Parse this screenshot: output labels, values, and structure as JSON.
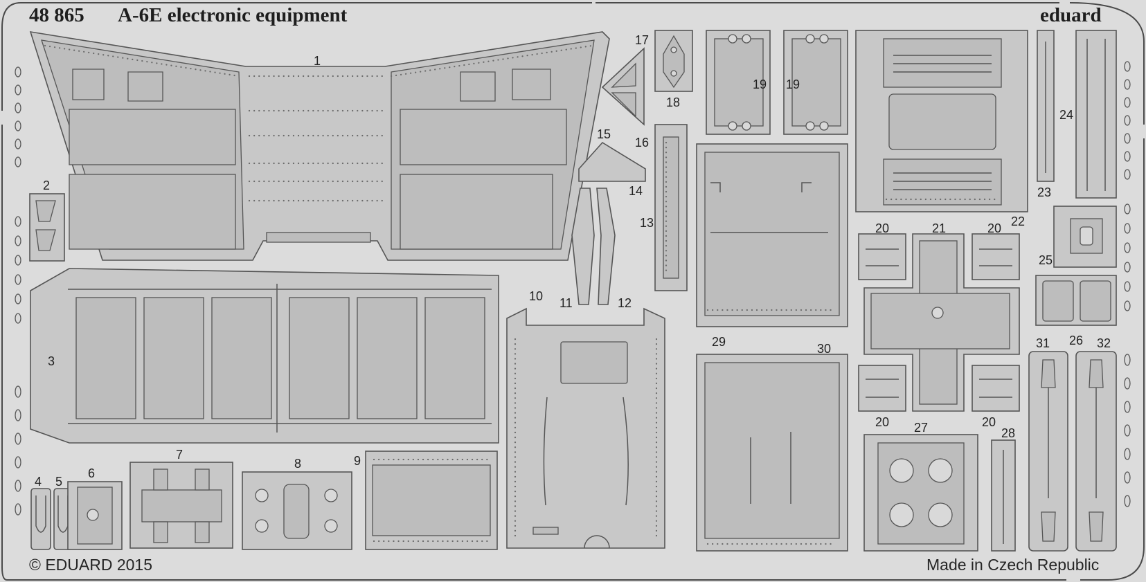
{
  "header": {
    "product_code": "48 865",
    "title": "A-6E electronic equipment",
    "brand": "eduard"
  },
  "footer": {
    "copyright": "© EDUARD 2015",
    "origin": "Made in Czech Republic"
  },
  "part_numbers": {
    "p1": "1",
    "p2": "2",
    "p3": "3",
    "p4": "4",
    "p5": "5",
    "p6": "6",
    "p7": "7",
    "p8": "8",
    "p9": "9",
    "p10": "10",
    "p11": "11",
    "p12": "12",
    "p13": "13",
    "p14": "14",
    "p15": "15",
    "p16": "16",
    "p17": "17",
    "p18": "18",
    "p19": "19",
    "p20": "20",
    "p21": "21",
    "p22": "22",
    "p23": "23",
    "p24": "24",
    "p25": "25",
    "p26": "26",
    "p27": "27",
    "p28": "28",
    "p29": "29",
    "p30": "30",
    "p31": "31",
    "p32": "32"
  },
  "colors": {
    "sheet": "#dcdcdc",
    "part_fill": "#c8c8c8",
    "outline": "#555555"
  }
}
